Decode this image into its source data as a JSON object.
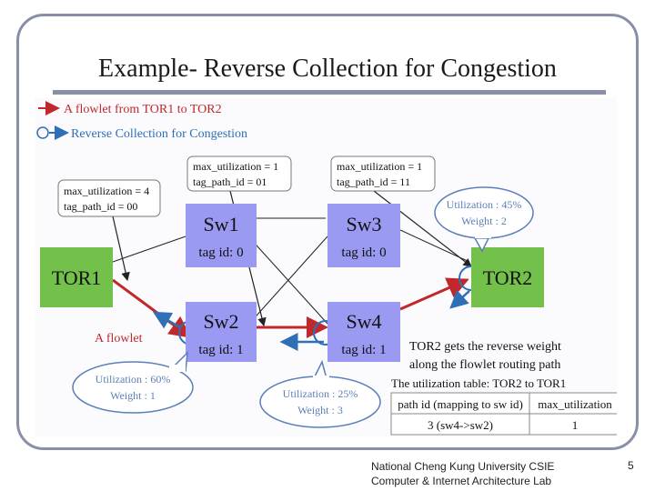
{
  "slide": {
    "title": "Example- Reverse Collection for Congestion",
    "page_number": "5",
    "footer": [
      "National Cheng Kung University CSIE",
      "Computer & Internet Architecture Lab"
    ]
  },
  "legend": {
    "flowlet": "A flowlet from TOR1 to TOR2",
    "reverse": "Reverse Collection for Congestion"
  },
  "nodes": {
    "tor1": "TOR1",
    "tor2": "TOR2",
    "sw1": {
      "name": "Sw1",
      "tag": "tag id: 0"
    },
    "sw2": {
      "name": "Sw2",
      "tag": "tag id: 1"
    },
    "sw3": {
      "name": "Sw3",
      "tag": "tag id: 0"
    },
    "sw4": {
      "name": "Sw4",
      "tag": "tag id: 1"
    }
  },
  "boxes": {
    "tor1_box": [
      "max_utilization = 4",
      "tag_path_id = 00"
    ],
    "sw1_box": [
      "max_utilization = 1",
      "tag_path_id = 01"
    ],
    "sw3_box": [
      "max_utilization = 1",
      "tag_path_id = 11"
    ]
  },
  "bubbles": {
    "tor2": [
      "Utilization : 45%",
      "Weight : 2"
    ],
    "sw2": [
      "Utilization : 60%",
      "Weight : 1"
    ],
    "sw4": [
      "Utilization : 25%",
      "Weight : 3"
    ]
  },
  "labels": {
    "flowlet": "A flowlet",
    "note_line1": "TOR2 gets the reverse weight",
    "note_line2": "along the flowlet routing path",
    "table_caption": "The utilization table: TOR2 to TOR1"
  },
  "table": {
    "headers": [
      "path id (mapping to sw id)",
      "max_utilization"
    ],
    "rows": [
      [
        "3 (sw4->sw2)",
        "1"
      ]
    ]
  },
  "colors": {
    "tor": "#73c04a",
    "switch": "#9a9af2",
    "flowlet": "#c0282c",
    "reverse": "#2f6fb5",
    "bubble": "#5b7fb8"
  }
}
